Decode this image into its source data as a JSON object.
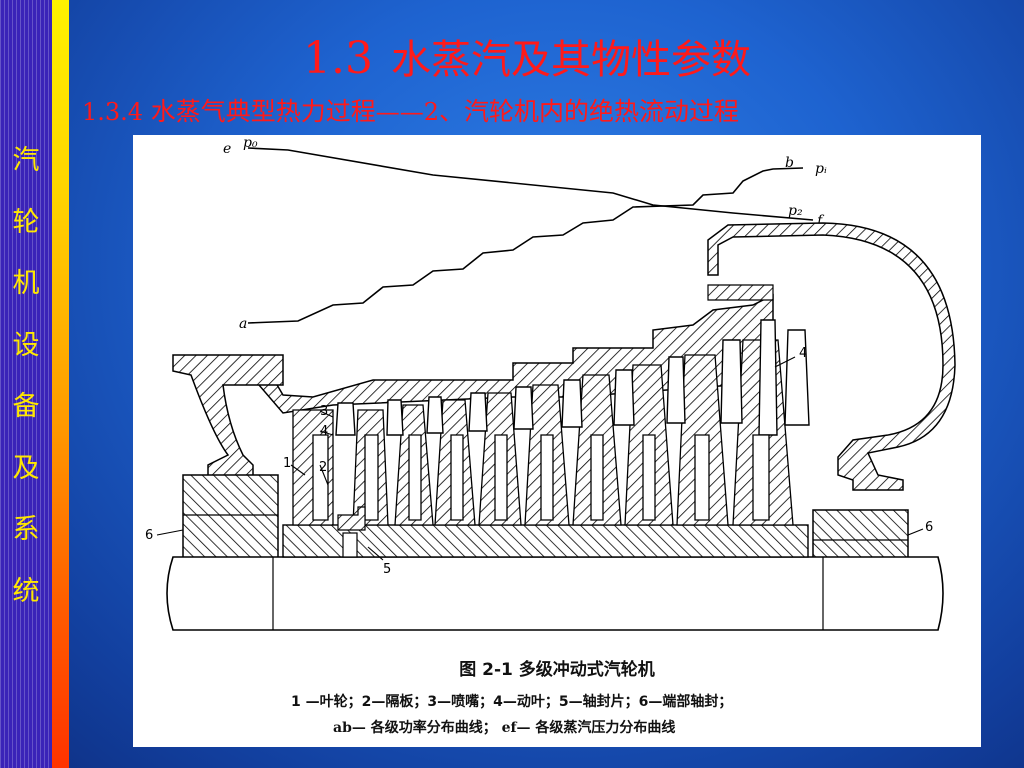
{
  "sidebar": {
    "chars": [
      "汽",
      "轮",
      "机",
      "设",
      "备",
      "及",
      "系",
      "统"
    ]
  },
  "header": {
    "section_number": "1.3",
    "section_title": "水蒸汽及其物性参数",
    "sub_number": "1.3.4",
    "sub_title_a": "水蒸气典型热力过程",
    "sub_dash": "——",
    "sub_title_b_num": "2",
    "sub_title_b": "、汽轮机内的绝热流动过程"
  },
  "figure": {
    "caption": "图  2-1    多级冲动式汽轮机",
    "legend_line1": "1 —叶轮；2—隔板；3—喷嘴；4—动叶；5—轴封片；6—端部轴封；",
    "legend_line2": "ab— 各级功率分布曲线； ef— 各级蒸汽压力分布曲线",
    "curve_labels": {
      "e": "e",
      "p0": "p₀",
      "b": "b",
      "pi": "pᵢ",
      "p2": "p₂",
      "f": "f",
      "a": "a"
    },
    "part_labels": {
      "n1": "1",
      "n2": "2",
      "n3": "3",
      "n4a": "4",
      "n4b": "4",
      "n5": "5",
      "n6a": "6",
      "n6b": "6"
    }
  },
  "colors": {
    "title": "#ff1a1a",
    "sidebar_text": "#ffe800",
    "sidebar_bg": "#3a23b8",
    "background": "#1e63d0"
  }
}
